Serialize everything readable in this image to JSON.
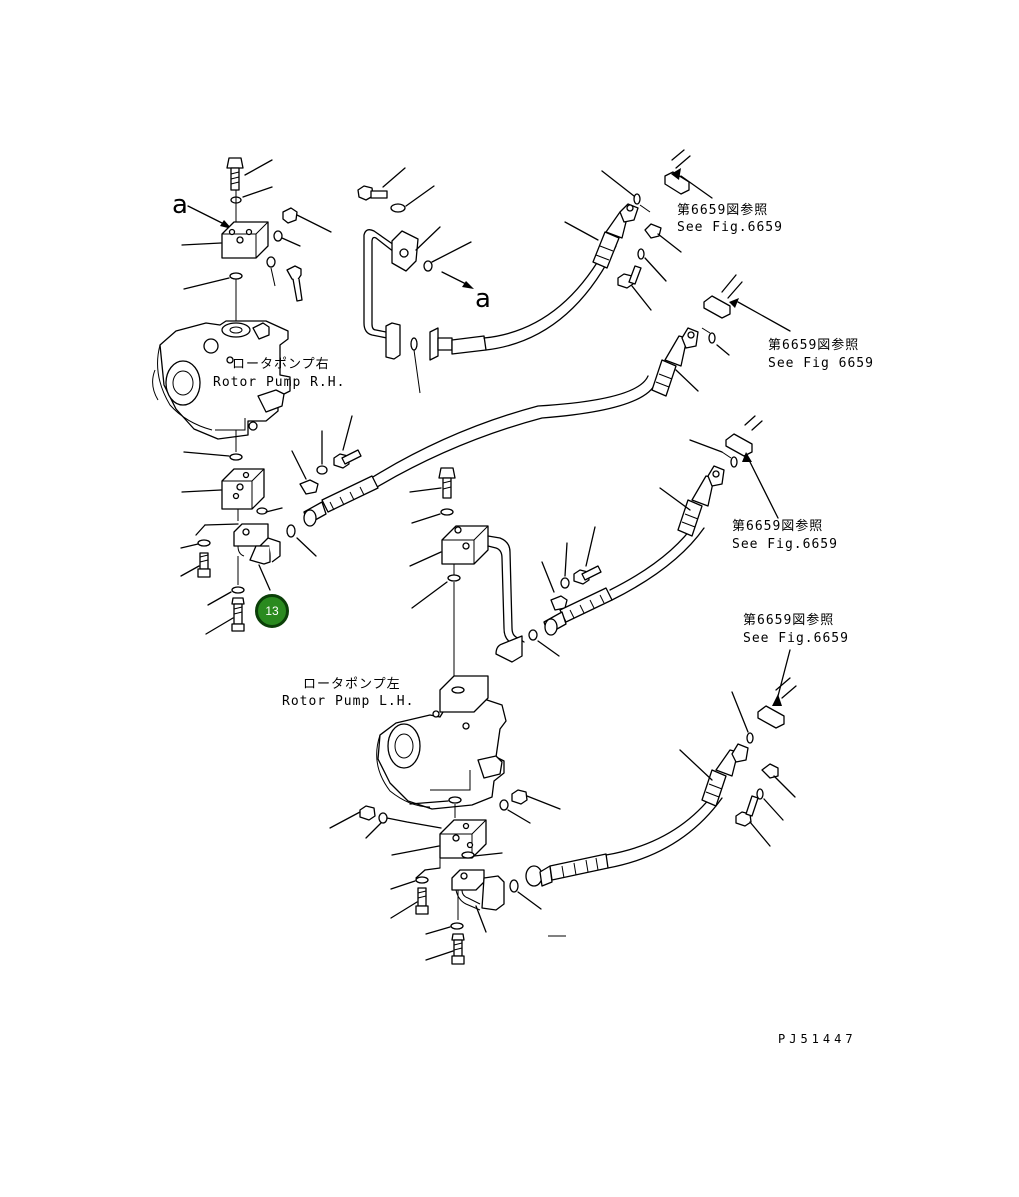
{
  "drawing_id": "PJ51447",
  "callout": {
    "number": "13",
    "color": "#2a8a1f"
  },
  "markers": {
    "a_top": "a",
    "a_mid": "a"
  },
  "pumps": {
    "right": {
      "jp": "ロータポンプ右",
      "en": "Rotor Pump R.H."
    },
    "left": {
      "jp": "ロータポンプ左",
      "en": "Rotor Pump L.H."
    }
  },
  "references": [
    {
      "jp": "第6659図参照",
      "en": "See Fig.6659"
    },
    {
      "jp": "第6659図参照",
      "en": "See Fig 6659"
    },
    {
      "jp": "第6659図参照",
      "en": "See Fig.6659"
    },
    {
      "jp": "第6659図参照",
      "en": "See Fig.6659"
    }
  ]
}
